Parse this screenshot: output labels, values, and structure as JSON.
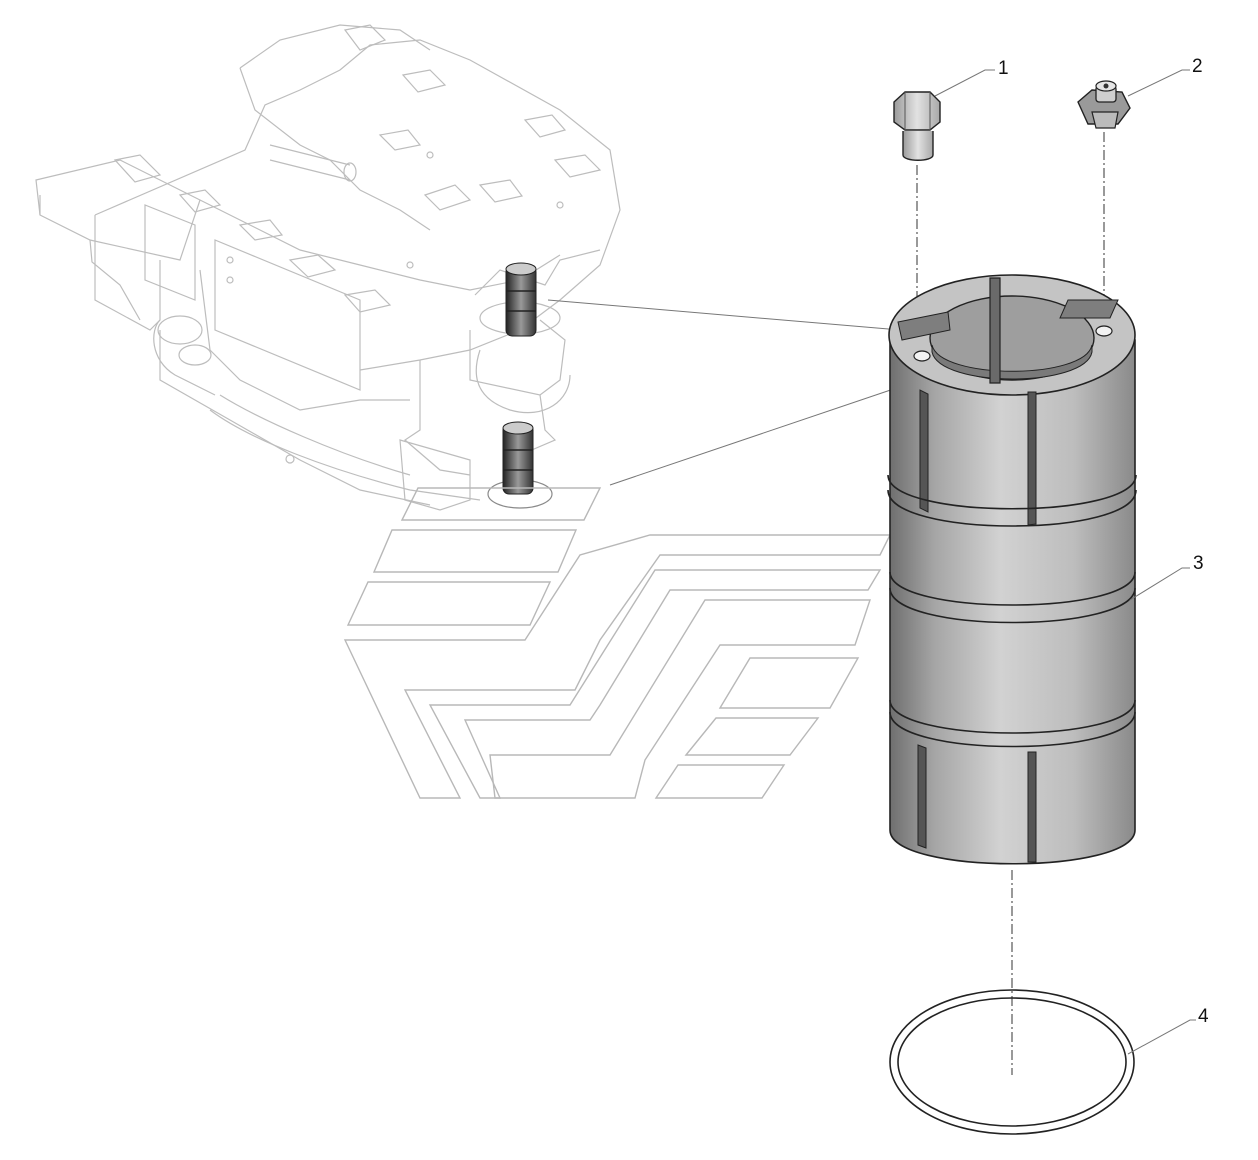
{
  "callouts": [
    {
      "id": "1",
      "label": "1",
      "part": "bolt"
    },
    {
      "id": "2",
      "label": "2",
      "part": "grease-fitting"
    },
    {
      "id": "3",
      "label": "3",
      "part": "split-bushing"
    },
    {
      "id": "4",
      "label": "4",
      "part": "o-ring"
    }
  ]
}
